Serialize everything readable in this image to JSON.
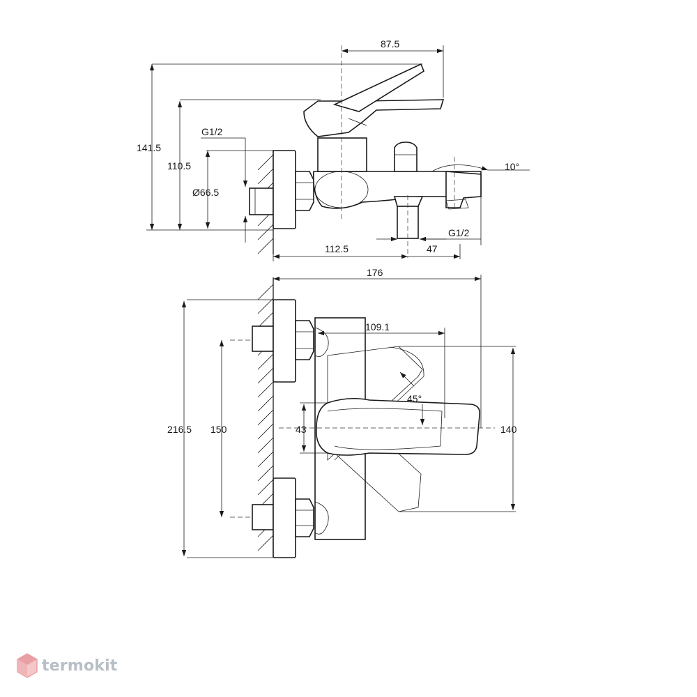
{
  "side_view": {
    "dim_top_width": "87.5",
    "dim_total_height": "141.5",
    "dim_body_height": "110.5",
    "thread_inlet": "G1/2",
    "dim_diameter": "Ø66.5",
    "spout_angle": "10°",
    "dim_outlet_offset": "112.5",
    "dim_outlet_to_spout": "47",
    "thread_outlet": "G1/2"
  },
  "top_view": {
    "dim_total_depth": "176",
    "dim_handle_reach": "109.1",
    "handle_angle": "45°",
    "dim_flange_span": "216.5",
    "dim_center_distance": "150",
    "dim_body_width": "43",
    "dim_handle_width": "140"
  },
  "brand": {
    "name": "termokit",
    "logo_color": "#e8a0a4",
    "text_color": "#b8bec6"
  }
}
